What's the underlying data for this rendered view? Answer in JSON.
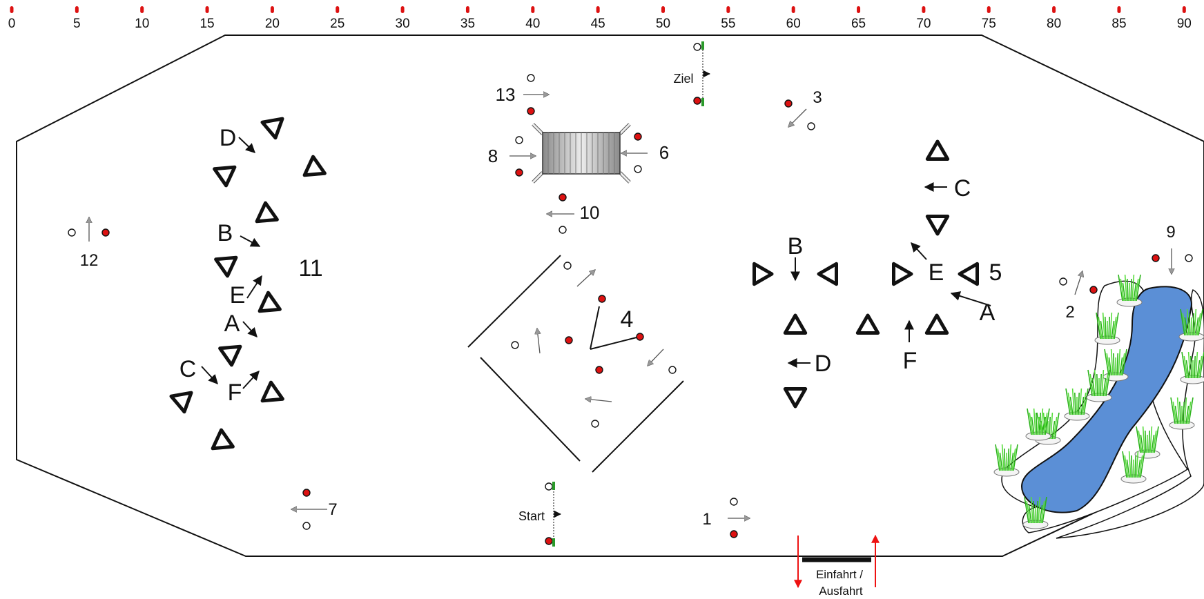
{
  "ruler": {
    "ticks": [
      "0",
      "5",
      "10",
      "15",
      "20",
      "25",
      "30",
      "35",
      "40",
      "45",
      "50",
      "55",
      "60",
      "65",
      "70",
      "75",
      "80",
      "85",
      "90"
    ],
    "tick_color": "#dd1111"
  },
  "colors": {
    "outline": "#111111",
    "flag_red": "#dd1111",
    "entrance_arrow": "#ee1111",
    "water": "#5b8fd6",
    "grass": "#33cc22",
    "bridge_dark": "#8a8a8a",
    "bridge_light": "#e6e6e6"
  },
  "labels": {
    "start": "Start",
    "finish": "Ziel",
    "entrance_line1": "Einfahrt /",
    "entrance_line2": "Ausfahrt"
  },
  "obstacles": [
    "1",
    "2",
    "3",
    "4",
    "5",
    "6",
    "7",
    "8",
    "9",
    "10",
    "11",
    "12",
    "13"
  ],
  "slalom_left_letters": [
    "D",
    "B",
    "E",
    "A",
    "C",
    "F"
  ],
  "slalom_right_letters": [
    "B",
    "C",
    "E",
    "A",
    "D",
    "F"
  ]
}
